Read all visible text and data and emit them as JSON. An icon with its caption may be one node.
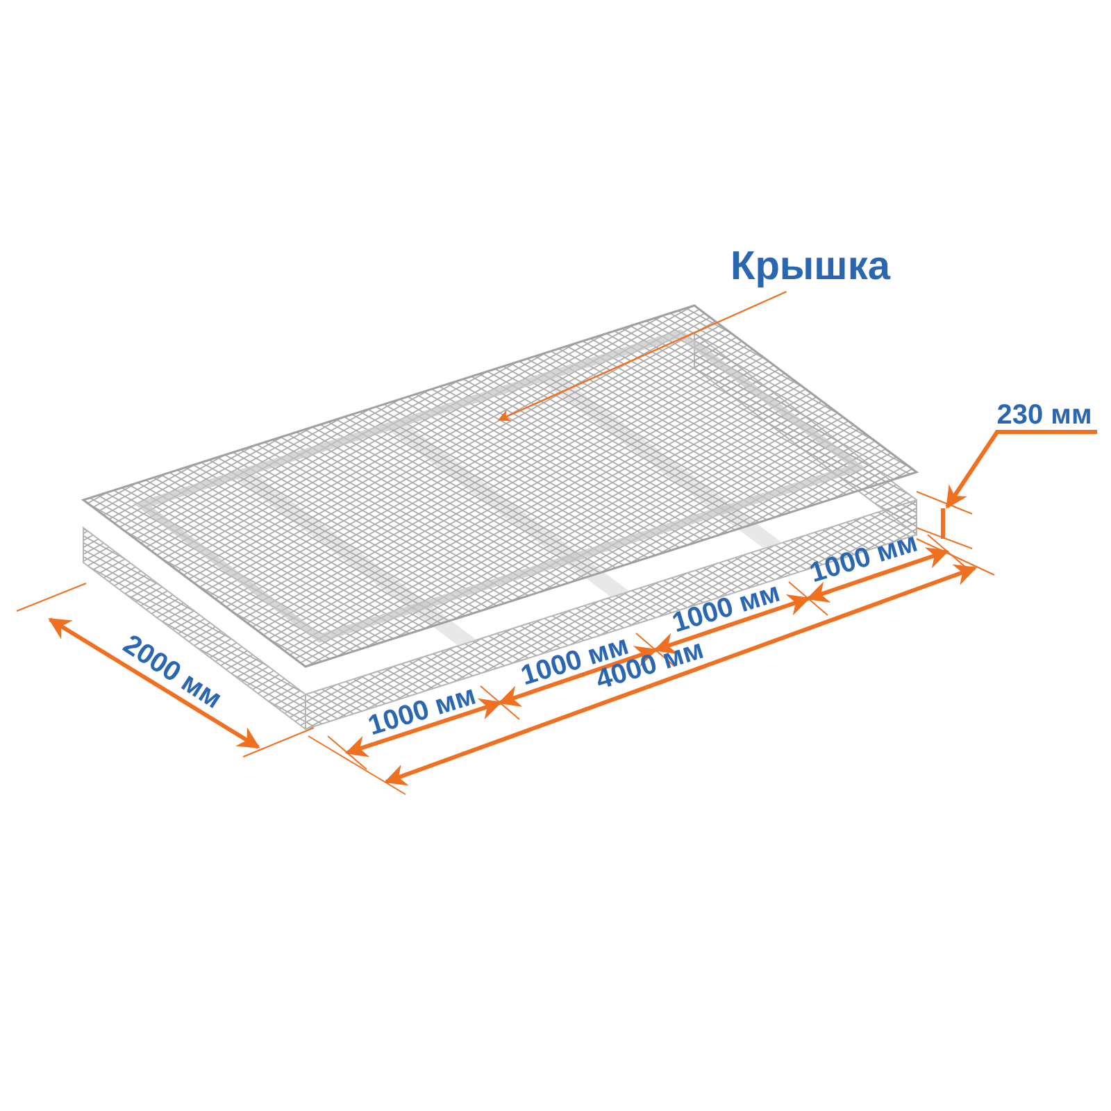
{
  "diagram": {
    "nodes": [
      {
        "text": [
          "Крышка"
        ]
      },
      {
        "text": [],
        "shape": "picture"
      }
    ],
    "edges": [
      {
        "from": 0,
        "to": 1,
        "arrow": "to"
      }
    ],
    "labels": [
      "230 мм",
      "1000 мм",
      "1000 мм",
      "1000 мм",
      "4000 мм",
      "2000 мм",
      "1000 мм"
    ]
  }
}
